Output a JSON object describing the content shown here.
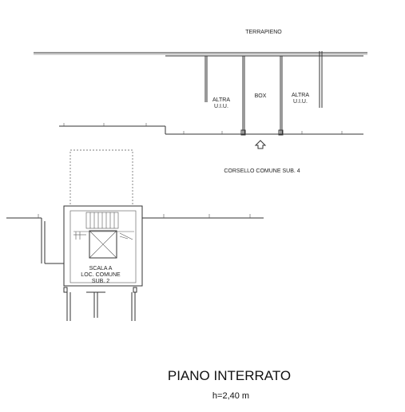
{
  "labels": {
    "terrapieno": "TERRAPIENO",
    "altra_left_1": "ALTRA",
    "altra_left_2": "U.I.U.",
    "box": "BOX",
    "altra_right_1": "ALTRA",
    "altra_right_2": "U.I.U.",
    "corsello": "CORSELLO COMUNE SUB. 4",
    "scala_1": "SCALA A",
    "scala_2": "LOC. COMUNE",
    "scala_3": "SUB. 2"
  },
  "title": "PIANO INTERRATO",
  "height_note": "h=2,40 m"
}
